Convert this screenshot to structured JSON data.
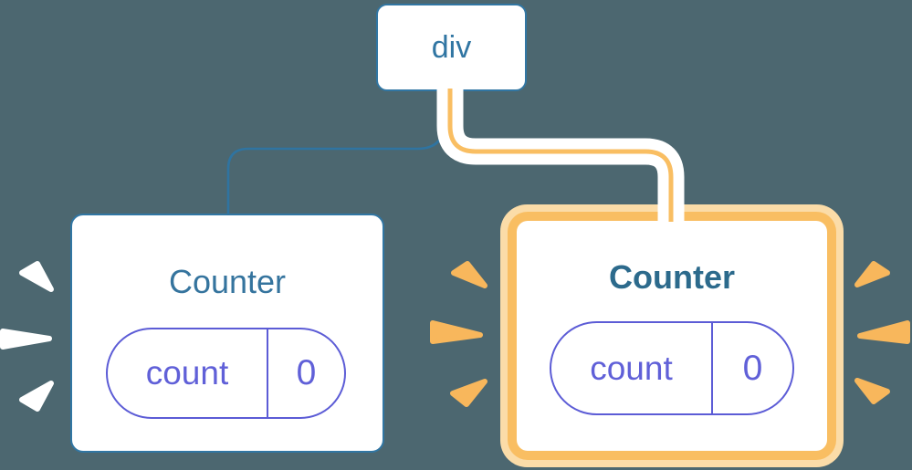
{
  "diagram": {
    "root": {
      "label": "div"
    },
    "children": [
      {
        "title": "Counter",
        "state_key": "count",
        "state_value": "0",
        "highlighted": false
      },
      {
        "title": "Counter",
        "state_key": "count",
        "state_value": "0",
        "highlighted": true
      }
    ]
  },
  "colors": {
    "background": "#4C6770",
    "node_blue": "#3176A3",
    "wire_blue": "#2F74A1",
    "wire_orange": "#F9BE62",
    "wire_casing": "#FFFFFF",
    "highlight_orange": "#F9BE62",
    "highlight_pale": "#FBDCA8",
    "title_blue": "#35749E",
    "title_blue_bold": "#2C6A8C",
    "pill_purple": "#5C5CD6",
    "pill_text": "#6060D8",
    "sparkle_white": "#FFFFFF",
    "sparkle_orange": "#F8B75C"
  }
}
